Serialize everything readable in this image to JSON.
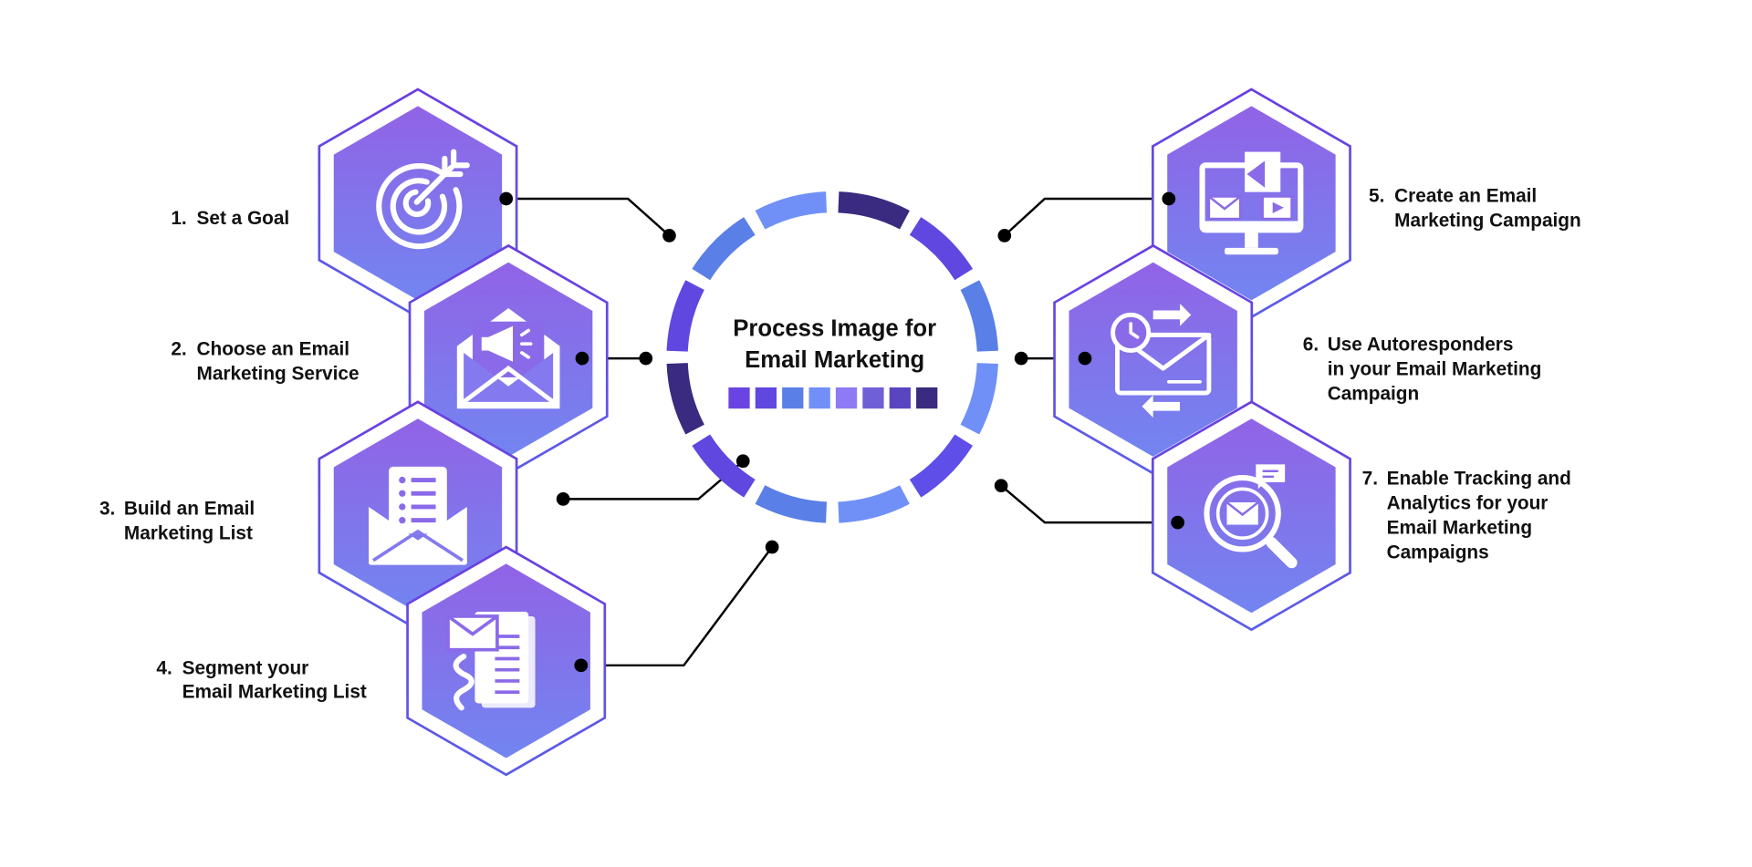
{
  "title": {
    "line1": "Process Image for",
    "line2": "Email Marketing"
  },
  "steps": [
    {
      "number": "1.",
      "lines": [
        "Set a Goal"
      ],
      "icon": "target-icon"
    },
    {
      "number": "2.",
      "lines": [
        "Choose an Email",
        "Marketing Service"
      ],
      "icon": "envelope-megaphone-icon"
    },
    {
      "number": "3.",
      "lines": [
        "Build an Email",
        "Marketing List"
      ],
      "icon": "envelope-list-icon"
    },
    {
      "number": "4.",
      "lines": [
        "Segment your",
        "Email Marketing List"
      ],
      "icon": "documents-envelope-icon"
    },
    {
      "number": "5.",
      "lines": [
        "Create an Email",
        "Marketing Campaign"
      ],
      "icon": "monitor-campaign-icon"
    },
    {
      "number": "6.",
      "lines": [
        "Use Autoresponders",
        "in your Email Marketing",
        "Campaign"
      ],
      "icon": "envelope-autoresponder-icon"
    },
    {
      "number": "7.",
      "lines": [
        "Enable Tracking and",
        "Analytics for your",
        "Email Marketing",
        "Campaigns"
      ],
      "icon": "magnifier-envelope-icon"
    }
  ],
  "colors": {
    "hex_top": "#9163e6",
    "hex_bottom": "#7285f0",
    "outline_top": "#6b3ee0",
    "outline_bottom": "#5a5ee8",
    "ring_segments": [
      "#3a2a80",
      "#6047e0",
      "#5a7fe6",
      "#7090f8",
      "#5f4fe8",
      "#7090f8",
      "#5a7fe6",
      "#6047e0",
      "#3a2a80",
      "#6047e0",
      "#5a7fe6",
      "#7090f8"
    ],
    "swatches": [
      "#6a44e2",
      "#6047e0",
      "#5a7fe6",
      "#7090f8",
      "#8f7af5",
      "#7060d8",
      "#5a45c0",
      "#3a2a80"
    ]
  }
}
